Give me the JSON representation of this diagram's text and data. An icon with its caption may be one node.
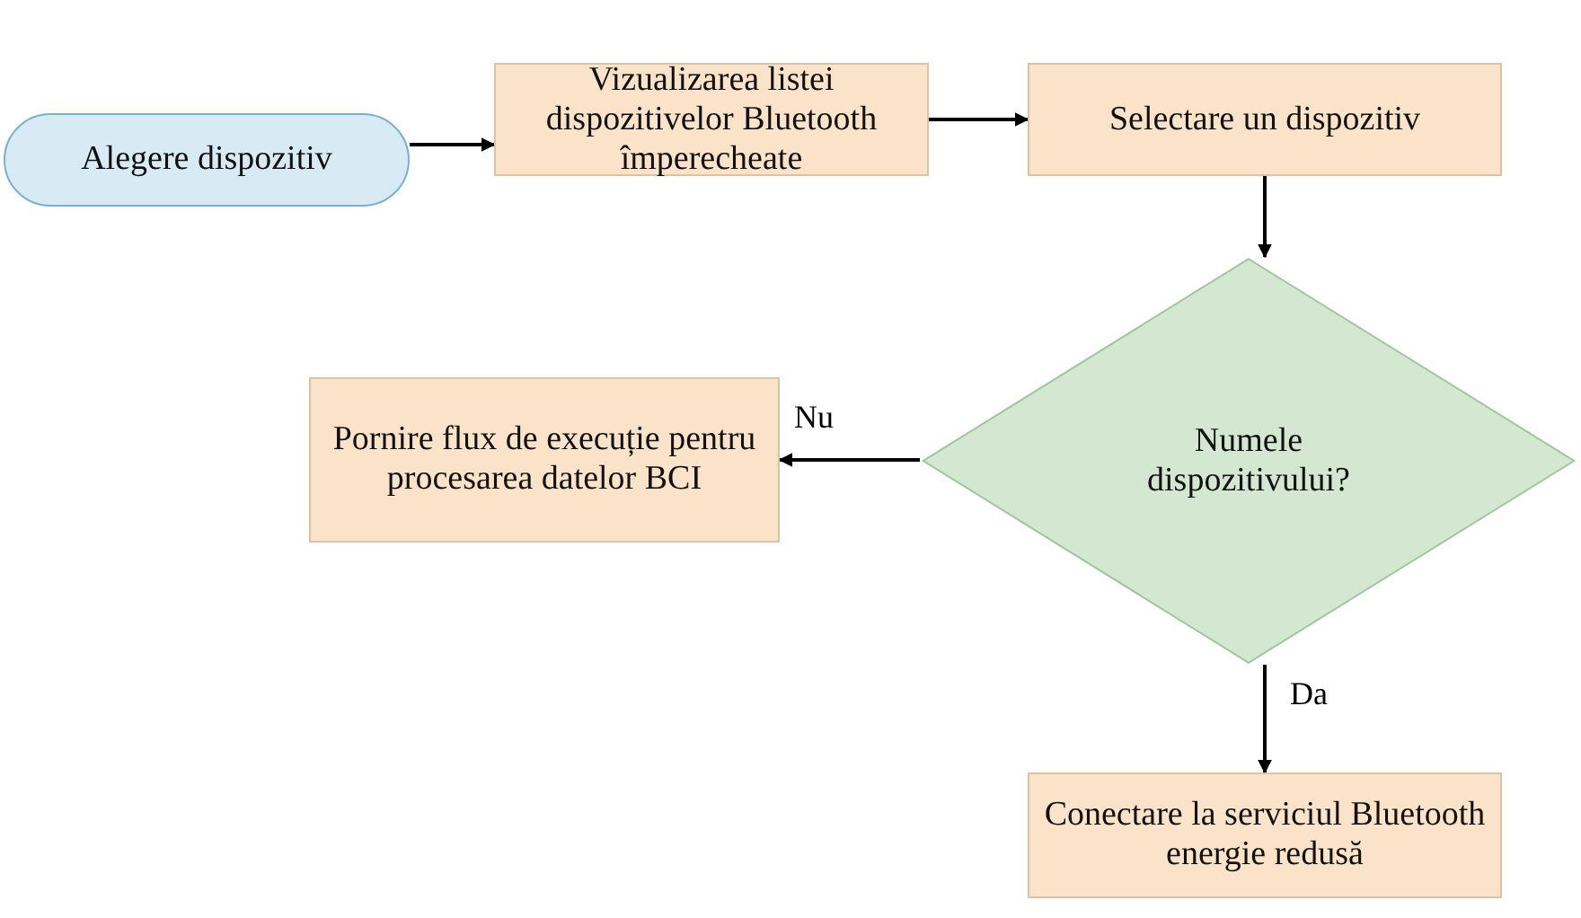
{
  "diagram": {
    "nodes": [
      {
        "text": [
          "Alegere dispozitiv"
        ]
      },
      {
        "text": [
          "Vizualizarea listei dispozitivelor Bluetooth împerecheate"
        ]
      },
      {
        "text": [
          "Selectare un dispozitiv"
        ]
      },
      {
        "text": [
          "Numele dispozitivului?"
        ]
      },
      {
        "text": [
          "Pornire flux de execuție pentru procesarea datelor BCI"
        ]
      },
      {
        "text": [
          "Conectare la serviciul Bluetooth energie redusă"
        ]
      }
    ],
    "edges": [
      {
        "from": 0,
        "to": 1,
        "arrow": "to"
      },
      {
        "from": 1,
        "to": 2,
        "arrow": "to"
      },
      {
        "from": 2,
        "to": 3,
        "arrow": "to"
      },
      {
        "from": 3,
        "to": 4,
        "arrow": "to",
        "label": "Nu"
      },
      {
        "from": 3,
        "to": 5,
        "arrow": "to",
        "label": "Da"
      }
    ]
  }
}
